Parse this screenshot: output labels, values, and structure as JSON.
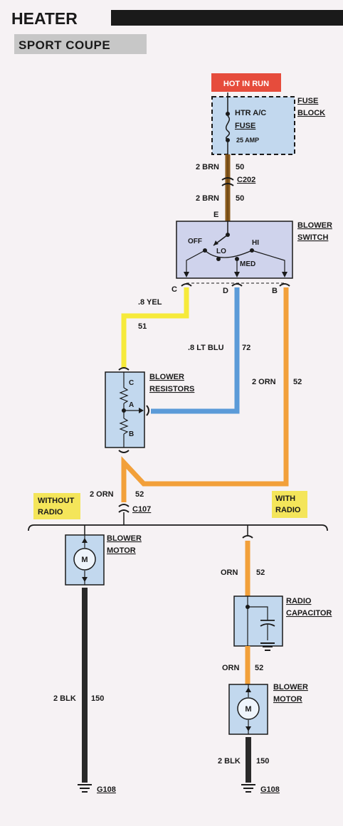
{
  "header": {
    "title": "HEATER",
    "subtitle": "SPORT COUPE"
  },
  "hot_in_run": "HOT IN RUN",
  "fuse": {
    "name_line1": "HTR A/C",
    "name_line2": "FUSE",
    "rating": "25 AMP",
    "block_line1": "FUSE",
    "block_line2": "BLOCK"
  },
  "wires": {
    "w50_top": {
      "size_color": "2 BRN",
      "circuit": "50"
    },
    "w50_bot": {
      "size_color": "2 BRN",
      "circuit": "50"
    },
    "w51": {
      "size_color": ".8 YEL",
      "circuit": "51"
    },
    "w72": {
      "size_color": ".8 LT BLU",
      "circuit": "72"
    },
    "w52_right": {
      "size_color": "2 ORN",
      "circuit": "52"
    },
    "w52_left": {
      "size_color": "2 ORN",
      "circuit": "52"
    },
    "w52_cap_top": {
      "size_color": "ORN",
      "circuit": "52"
    },
    "w52_cap_bot": {
      "size_color": "ORN",
      "circuit": "52"
    },
    "w150_left": {
      "size_color": "2 BLK",
      "circuit": "150"
    },
    "w150_right": {
      "size_color": "2 BLK",
      "circuit": "150"
    }
  },
  "connectors": {
    "c202": "C202",
    "c107": "C107"
  },
  "blower_switch": {
    "label_line1": "BLOWER",
    "label_line2": "SWITCH",
    "pin_e": "E",
    "pin_c": "C",
    "pin_d": "D",
    "pin_b": "B",
    "off": "OFF",
    "lo": "LO",
    "med": "MED",
    "hi": "HI"
  },
  "resistors": {
    "label_line1": "BLOWER",
    "label_line2": "RESISTORS",
    "pin_c": "C",
    "pin_a": "A",
    "pin_b": "B"
  },
  "without_radio": {
    "line1": "WITHOUT",
    "line2": "RADIO"
  },
  "with_radio": {
    "line1": "WITH",
    "line2": "RADIO"
  },
  "motor_left": {
    "label_line1": "BLOWER",
    "label_line2": "MOTOR",
    "symbol": "M"
  },
  "motor_right": {
    "label_line1": "BLOWER",
    "label_line2": "MOTOR",
    "symbol": "M"
  },
  "capacitor": {
    "label_line1": "RADIO",
    "label_line2": "CAPACITOR"
  },
  "grounds": {
    "left": "G108",
    "right": "G108"
  },
  "colors": {
    "brown": "#8a5a1c",
    "yellow": "#f6ea3a",
    "blue": "#5b9bd8",
    "orange": "#f2a03a",
    "black": "#2a2a2a",
    "component": "#c2d8ee",
    "switch": "#cfd3ec",
    "hot_bg": "#e64c3c",
    "yellow_label": "#f4e55a",
    "subtitle_bg": "#c7c7c7"
  }
}
